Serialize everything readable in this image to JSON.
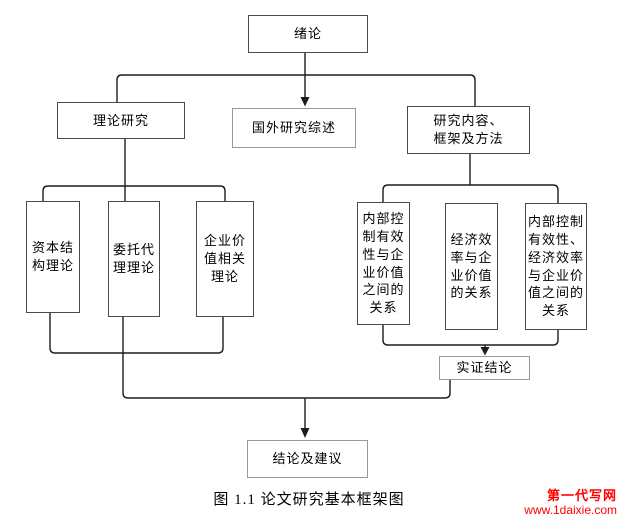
{
  "diagram": {
    "nodes": {
      "intro": {
        "label": "绪论"
      },
      "theory": {
        "label": "理论研究"
      },
      "foreign": {
        "label": "国外研究综述"
      },
      "content": {
        "label": "研究内容、\n框架及方法"
      },
      "capital": {
        "label": "资本结\n构理论"
      },
      "agency": {
        "label": "委托代\n理理论"
      },
      "value": {
        "label": "企业价\n值相关\n理论"
      },
      "ic_value": {
        "label": "内部控\n制有效\n性与企\n业价值\n之间的\n关系"
      },
      "eff_value": {
        "label": "经济效\n率与企\n业价值\n的关系"
      },
      "ic_eff_value": {
        "label": "内部控制\n有效性、\n经济效率\n与企业价\n值之间的\n关系"
      },
      "empirical": {
        "label": "实证结论"
      },
      "conclusion": {
        "label": "结论及建议"
      }
    },
    "caption": "图 1.1   论文研究基本框架图",
    "watermark": {
      "site_name": "第一代写网",
      "url": "www.1daixie.com",
      "color": "#ff0000"
    },
    "line_color": "#1d1d1d"
  }
}
